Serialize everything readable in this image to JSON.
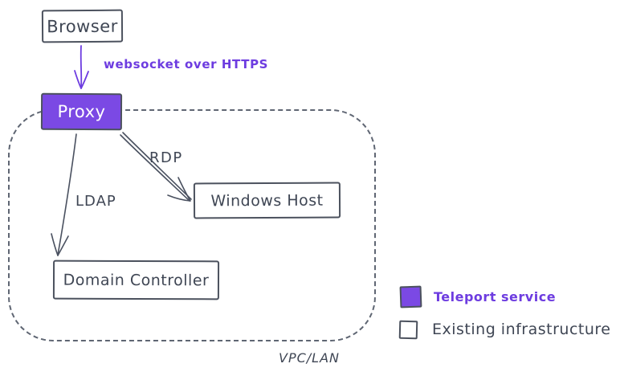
{
  "colors": {
    "ink": "#3f4654",
    "arrow-ink": "#4a5160",
    "box-stroke": "#4c525e",
    "dash": "#5f6673",
    "purple": "#7b49e4",
    "purple-line": "#6d3ce0"
  },
  "nodes": {
    "browser": "Browser",
    "proxy": "Proxy",
    "windows_host": "Windows Host",
    "domain_controller": "Domain Controller"
  },
  "edges": {
    "browser_proxy_label": "websocket over HTTPS",
    "proxy_windows_label": "RDP",
    "proxy_domain_label": "LDAP"
  },
  "boundary": {
    "label": "VPC/LAN"
  },
  "legend": {
    "teleport": "Teleport service",
    "existing": "Existing infrastructure"
  }
}
